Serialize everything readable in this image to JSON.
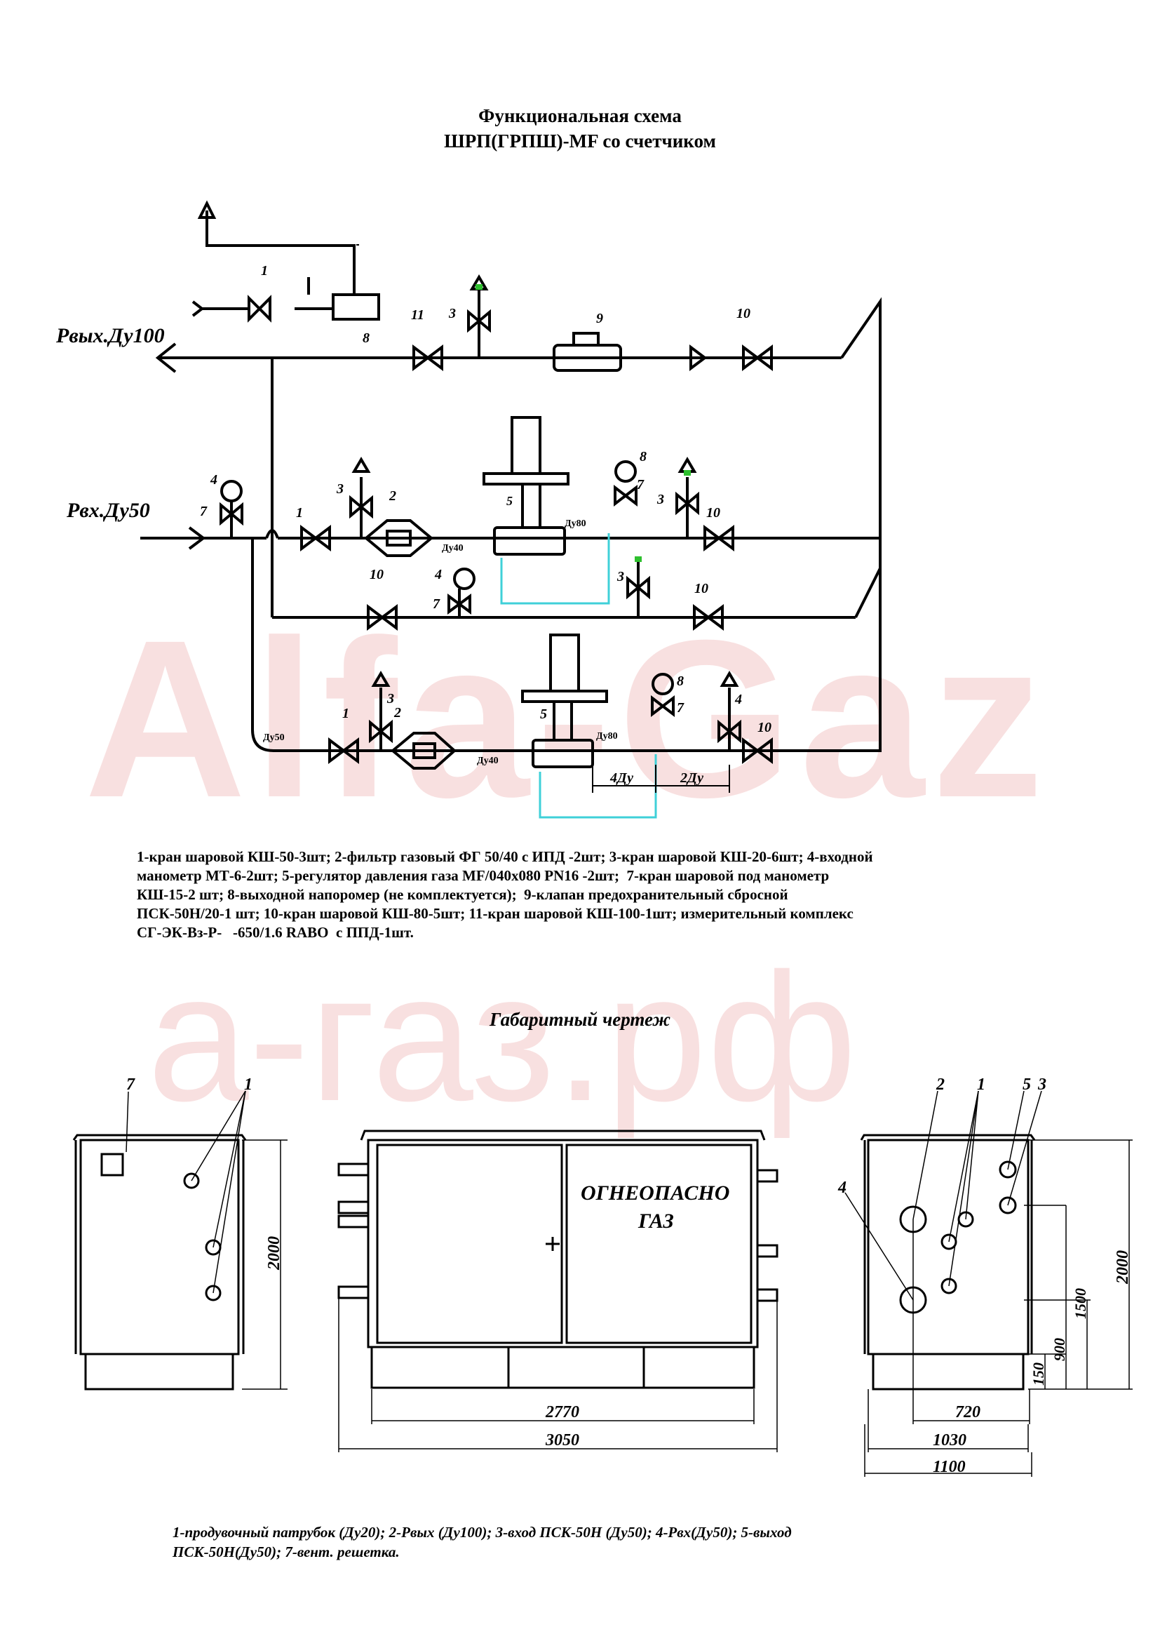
{
  "title": {
    "line1": "Функциональная схема",
    "line2": "ШРП(ГРПШ)-MF со счетчиком"
  },
  "scheme": {
    "outlet_label": "Рвых.Ду100",
    "inlet_label": "Рвх.Ду50",
    "pipe_labels": {
      "du40_top": "Ду40",
      "du80_top": "Ду80",
      "du40_bottom": "Ду40",
      "du80_bottom": "Ду80",
      "du50": "Ду50",
      "dim_4du": "4Ду",
      "dim_2du": "2Ду"
    },
    "item_numbers": [
      "1",
      "2",
      "3",
      "4",
      "5",
      "7",
      "8",
      "9",
      "10",
      "11"
    ]
  },
  "legend": {
    "lines": [
      "1-кран шаровой КШ-50-3шт; 2-фильтр газовый ФГ 50/40 с ИПД -2шт; 3-кран шаровой КШ-20-6шт; 4-входной",
      "манометр МТ-6-2шт; 5-регулятор давления газа MF/040x080 PN16 -2шт;  7-кран шаровой под манометр",
      "КШ-15-2 шт; 8-выходной напоромер (не комплектуется);  9-клапан предохранительный сбросной",
      "ПСК-50Н/20-1 шт; 10-кран шаровой КШ-80-5шт; 11-кран шаровой КШ-100-1шт; измерительный комплекс",
      "СГ-ЭК-Вз-Р-   -650/1.6 RABO  с ППД-1шт."
    ]
  },
  "dimensional": {
    "title": "Габаритный чертеж",
    "door_text_1": "ОГНЕОПАСНО",
    "door_text_2": "ГАЗ",
    "dims": {
      "left_height": "2000",
      "front_inner_width": "2770",
      "front_total_width": "3050",
      "side_720": "720",
      "side_1030": "1030",
      "side_1100": "1100",
      "side_150": "150",
      "side_900": "900",
      "side_1500": "1500",
      "side_2000": "2000"
    },
    "callouts": {
      "vent": "7",
      "blow_left": "1",
      "blow_right": "1",
      "outlet": "2",
      "psk_in": "3",
      "inlet": "4",
      "psk_out": "5"
    }
  },
  "notes": {
    "lines": [
      "1-продувочный патрубок (Ду20); 2-Рвых (Ду100); 3-вход ПСК-50Н (Ду50); 4-Рвх(Ду50); 5-выход",
      "ПСК-50Н(Ду50); 7-вент. решетка."
    ]
  },
  "watermark": {
    "brand": "Alfa-Gaz",
    "site": "а-газ.рф",
    "color": "#f4c8c8"
  }
}
